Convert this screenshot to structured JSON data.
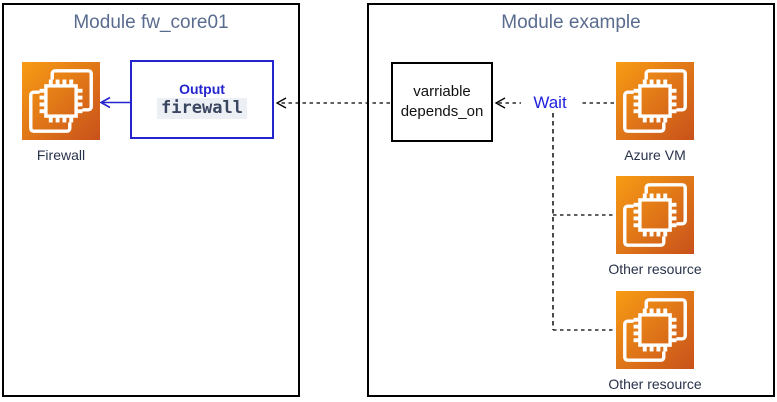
{
  "modules": {
    "fw": {
      "title": "Module fw_core01"
    },
    "example": {
      "title": "Module example"
    }
  },
  "output_box": {
    "title": "Output",
    "value": "firewall"
  },
  "variable_box": {
    "line1": "varriable",
    "line2": "depends_on"
  },
  "edges": {
    "wait_label": "Wait"
  },
  "nodes": {
    "firewall": {
      "label": "Firewall",
      "icon": "compute-chip-icon"
    },
    "azure_vm": {
      "label": "Azure VM",
      "icon": "compute-chip-icon"
    },
    "other1": {
      "label": "Other resource",
      "icon": "compute-chip-icon"
    },
    "other2": {
      "label": "Other resource",
      "icon": "compute-chip-icon"
    }
  },
  "colors": {
    "module_title": "#5a6c8e",
    "accent_blue": "#2424cf",
    "wait_blue": "#2020e0",
    "icon_gradient_start": "#ff9900",
    "icon_gradient_end": "#c8511b",
    "code_bg": "#eceff4",
    "code_text": "#3a4660"
  }
}
